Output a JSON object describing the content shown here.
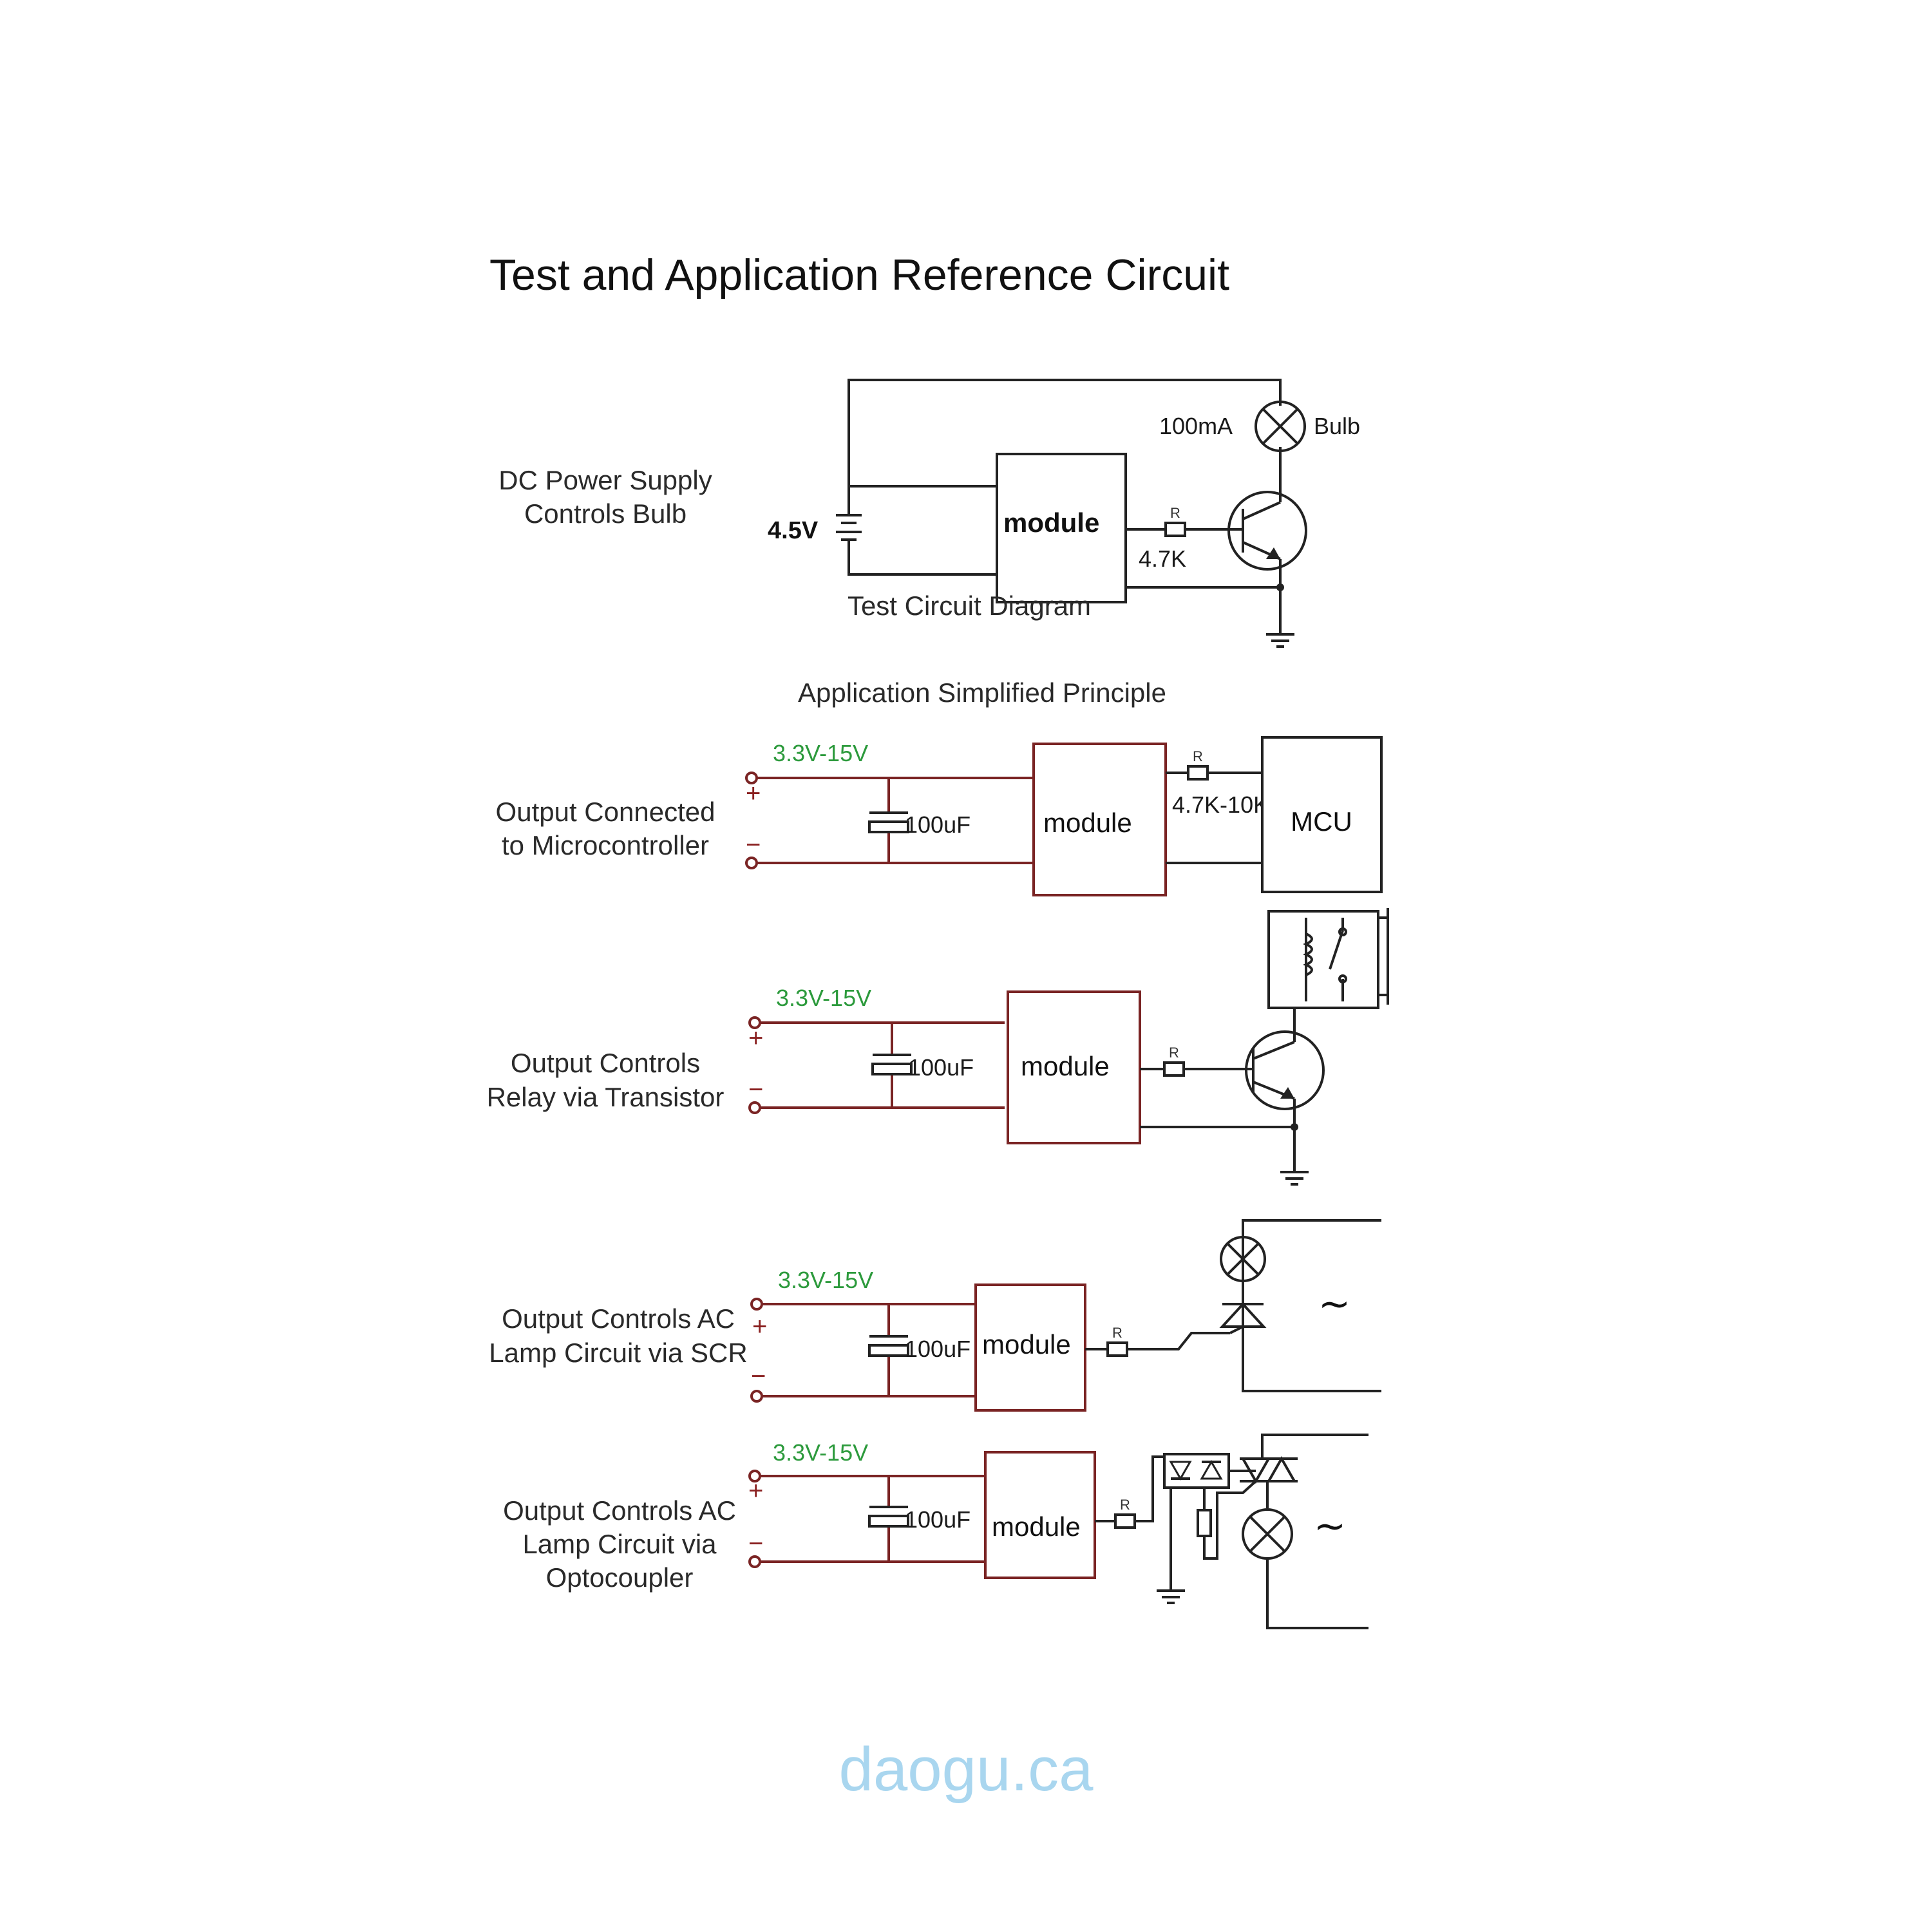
{
  "title": "Test and Application Reference Circuit",
  "test_circuit": {
    "side_label_line1": "DC Power Supply",
    "side_label_line2": "Controls Bulb",
    "supply_voltage": "4.5V",
    "module_label": "module",
    "resistor_symbol": "R",
    "resistor_value": "4.7K",
    "bulb_current": "100mA",
    "bulb_label": "Bulb",
    "caption": "Test Circuit Diagram"
  },
  "principle_heading": "Application Simplified Principle",
  "applications": [
    {
      "label_line1": "Output Connected",
      "label_line2": "to Microcontroller",
      "voltage": "3.3V-15V",
      "plus": "+",
      "minus": "−",
      "capacitor": "100uF",
      "module_label": "module",
      "resistor_symbol": "R",
      "resistor_value": "4.7K-10K",
      "load_label": "MCU"
    },
    {
      "label_line1": "Output Controls",
      "label_line2": "Relay via Transistor",
      "voltage": "3.3V-15V",
      "plus": "+",
      "minus": "−",
      "capacitor": "100uF",
      "module_label": "module",
      "resistor_symbol": "R"
    },
    {
      "label_line1": "Output Controls AC",
      "label_line2": "Lamp Circuit via SCR",
      "voltage": "3.3V-15V",
      "plus": "+",
      "minus": "−",
      "capacitor": "100uF",
      "module_label": "module",
      "resistor_symbol": "R",
      "ac_symbol": "~"
    },
    {
      "label_line1": "Output Controls AC",
      "label_line2": "Lamp Circuit via",
      "label_line3": "Optocoupler",
      "voltage": "3.3V-15V",
      "plus": "+",
      "minus": "−",
      "capacitor": "100uF",
      "module_label": "module",
      "resistor_symbol": "R",
      "ac_symbol": "~"
    }
  ],
  "watermark": "daogu.ca",
  "colors": {
    "wire_dark": "#222222",
    "wire_red": "#7a2424",
    "voltage_green": "#2c9a3c",
    "watermark_blue": "#a9d6ef"
  }
}
